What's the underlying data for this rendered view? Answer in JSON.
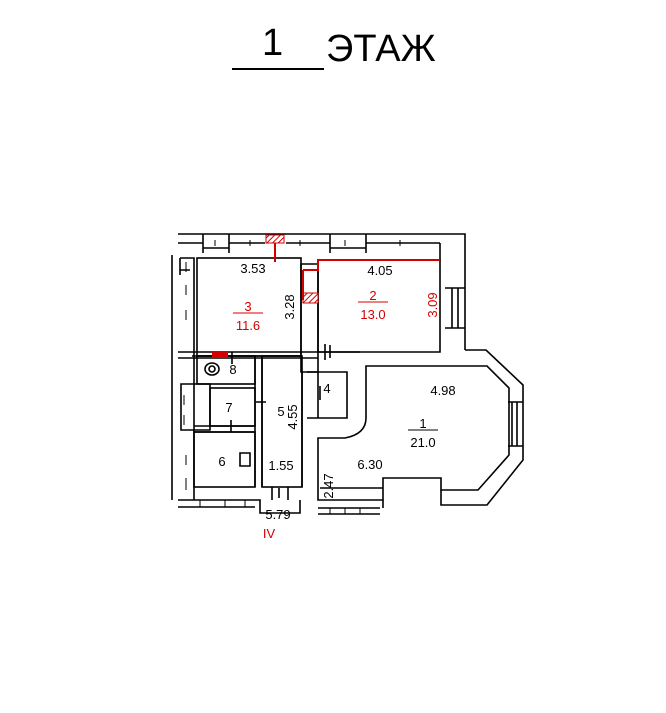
{
  "header": {
    "floor_number": "1",
    "floor_word": "ЭТАЖ"
  },
  "rooms": {
    "r1": {
      "number": "1",
      "area": "21.0"
    },
    "r2": {
      "number": "2",
      "area": "13.0"
    },
    "r3": {
      "number": "3",
      "area": "11.6"
    },
    "r4": {
      "number": "4"
    },
    "r5": {
      "number": "5"
    },
    "r6": {
      "number": "6"
    },
    "r7": {
      "number": "7"
    },
    "r8": {
      "number": "8"
    }
  },
  "dimensions": {
    "d353": "3.53",
    "d405": "4.05",
    "d328": "3.28",
    "d309": "3.09",
    "d498": "4.98",
    "d455": "4.55",
    "d155": "1.55",
    "d630": "6.30",
    "d247": "2.47",
    "d579": "5.79"
  },
  "section_mark": "IV",
  "colors": {
    "walls": "#000000",
    "highlight": "#d40000"
  }
}
